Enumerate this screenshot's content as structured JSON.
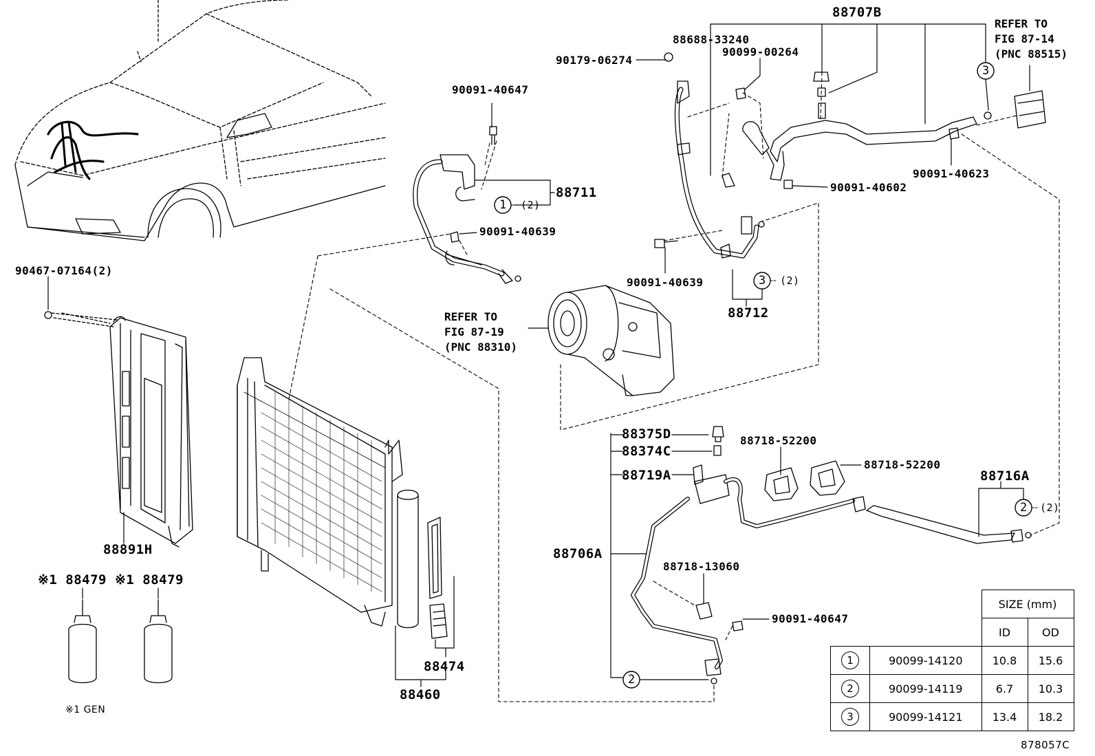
{
  "labels": {
    "p88707B": "88707B",
    "p8868833240": "88688-33240",
    "p9009900264": "90099-00264",
    "p9017906274": "90179-06274",
    "p9009140647a": "90091-40647",
    "p88711": "88711",
    "p9009140639a": "90091-40639",
    "p9009140639b": "90091-40639",
    "p88712": "88712",
    "p9009140602": "90091-40602",
    "p9009140623": "90091-40623",
    "p9046707164": "90467-07164(2)",
    "p88891H": "88891H",
    "p88479a": "※1 88479",
    "p88479b": "※1 88479",
    "gen": "※1 GEN",
    "p88375D": "88375D",
    "p88374C": "88374C",
    "p88719A": "88719A",
    "p8871852200a": "88718-52200",
    "p8871852200b": "88718-52200",
    "p88716A": "88716A",
    "p88706A": "88706A",
    "p8871813060": "88718-13060",
    "p9009140647b": "90091-40647",
    "p88474": "88474",
    "p88460": "88460",
    "qty2": "(2)",
    "ref8714": "REFER TO\nFIG 87-14\n(PNC 88515)",
    "ref8719": "REFER TO\nFIG 87-19\n(PNC 88310)",
    "figcode": "878057C",
    "c1": "1",
    "c2": "2",
    "c3": "3"
  },
  "size_table": {
    "header": "SIZE (mm)",
    "col_id": "ID",
    "col_od": "OD",
    "rows": [
      {
        "ref": "1",
        "part": "90099-14120",
        "id": "10.8",
        "od": "15.6"
      },
      {
        "ref": "2",
        "part": "90099-14119",
        "id": "6.7",
        "od": "10.3"
      },
      {
        "ref": "3",
        "part": "90099-14121",
        "id": "13.4",
        "od": "18.2"
      }
    ]
  }
}
